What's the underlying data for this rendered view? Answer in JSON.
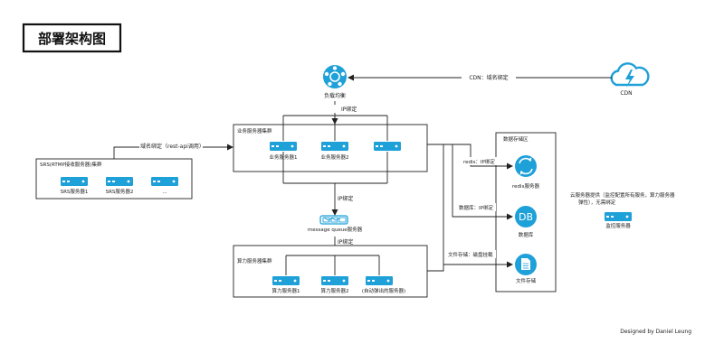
{
  "title": "部署架构图",
  "credit": "Designed by Daniel Leung",
  "colors": {
    "accent": "#1ea0d8",
    "line": "#222222"
  },
  "load_balancer": {
    "label": "负载均衡",
    "icon": "load-balancer-icon"
  },
  "cdn": {
    "label": "CDN",
    "icon": "cloud-lightning-icon"
  },
  "edges": {
    "cdn_domain": "CDN：域名绑定",
    "lb_ip": "IP绑定",
    "srs_domain": "域名绑定（rest-api调用）",
    "redis_ip": "redis：IP绑定",
    "db_ip": "数据库：IP绑定",
    "mq_ip_top": "IP绑定",
    "mq_ip_bottom": "IP绑定",
    "file_storage": "文件存储：磁盘挂载"
  },
  "business_cluster": {
    "label": "业务服务器集群",
    "servers": [
      "业务服务器1",
      "业务服务器2",
      ""
    ]
  },
  "srs_cluster": {
    "label": "SRS(RTMP接收服务器)集群",
    "servers": [
      "SRS服务器1",
      "SRS服务器2",
      "..."
    ]
  },
  "mq": {
    "label": "message queue服务器"
  },
  "compute_cluster": {
    "label": "算力服务器集群",
    "servers": [
      "算力服务器1",
      "算力服务器2",
      "(自动弹出的服务器)"
    ]
  },
  "storage": {
    "label": "数据存储区",
    "items": [
      {
        "label": "redis服务器",
        "icon": "redis-sync-icon"
      },
      {
        "label": "数据库",
        "icon": "database-icon"
      },
      {
        "label": "文件存储",
        "icon": "file-storage-icon"
      }
    ]
  },
  "monitor": {
    "note_line1": "云服务器提供（监控配置所有服务，算力服务器",
    "note_line2": "弹性），无需绑定",
    "label": "监控服务器"
  }
}
